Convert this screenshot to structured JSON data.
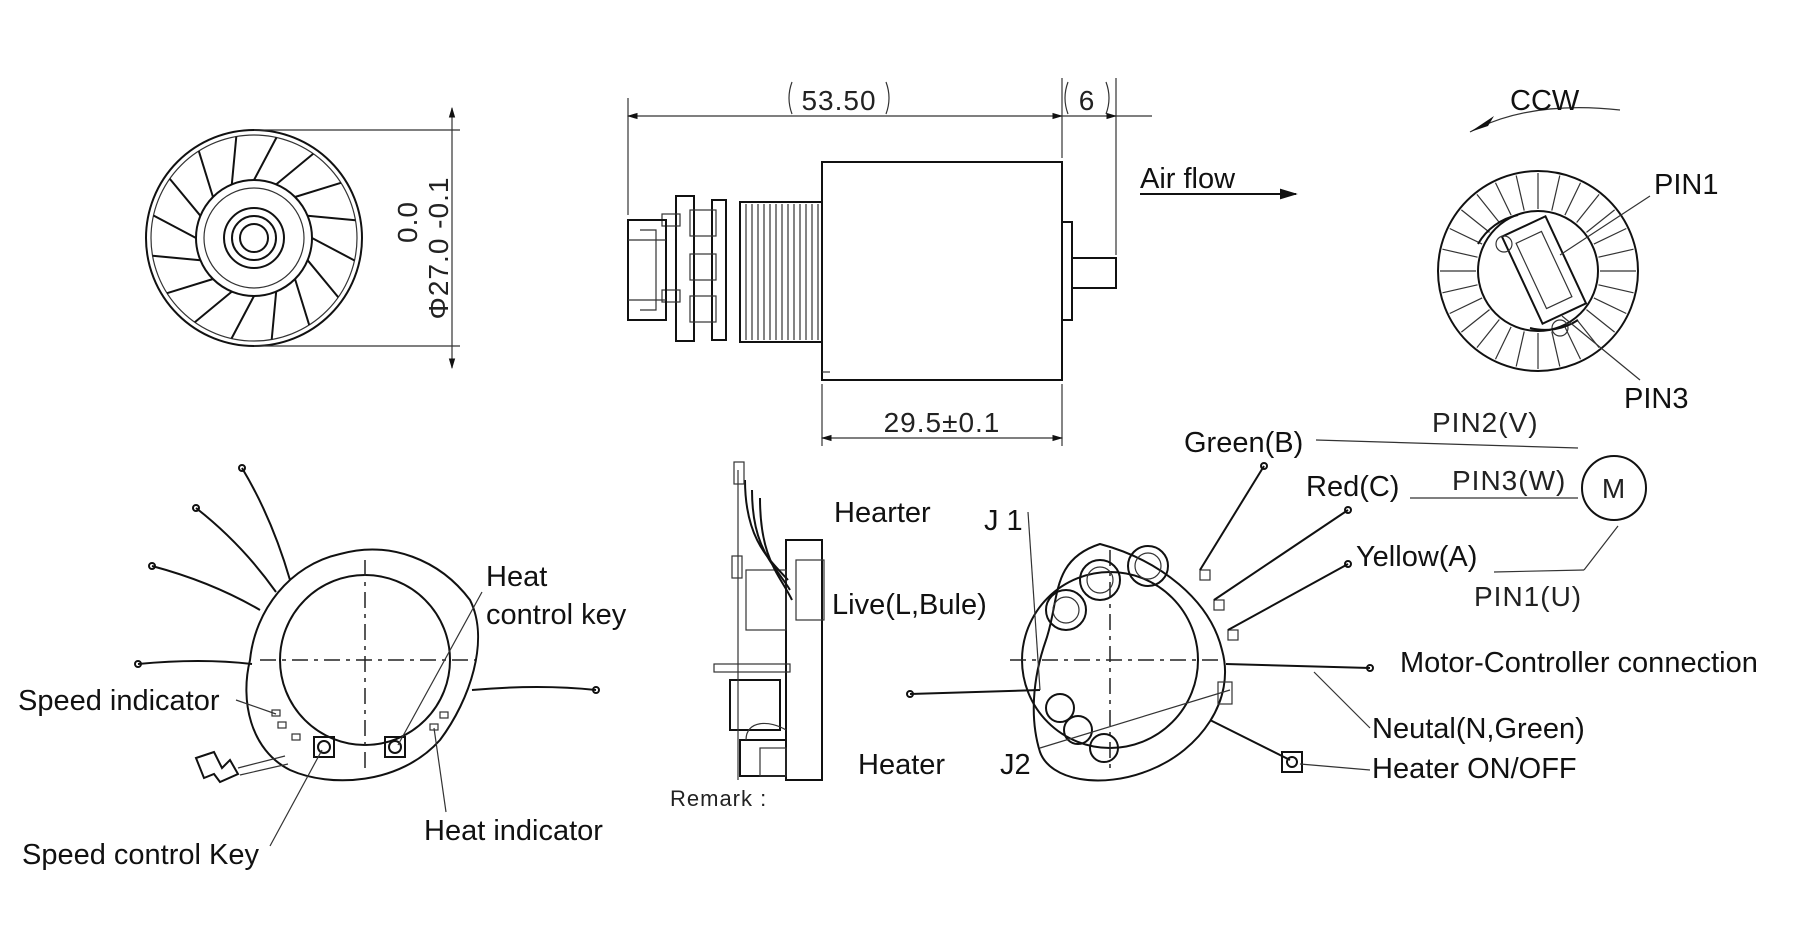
{
  "labels": {
    "dim_length": "53.50",
    "dim_shaft": "6",
    "dim_diameter_tol": "0.0",
    "dim_diameter": "Φ27.0 -0.1",
    "dim_body": "29.5±0.1",
    "air_flow": "Air flow",
    "ccw": "CCW",
    "pin1": "PIN1",
    "pin3": "PIN3",
    "green_b": "Green(B)",
    "red_c": "Red(C)",
    "yellow_a": "Yellow(A)",
    "pin2v": "PIN2(V)",
    "pin3w": "PIN3(W)",
    "pin1u": "PIN1(U)",
    "motor_symbol": "M",
    "heat_control_key_1": "Heat",
    "heat_control_key_2": "control key",
    "speed_indicator": "Speed indicator",
    "speed_control_key": "Speed control Key",
    "heat_indicator": "Heat indicator",
    "hearter": "Hearter",
    "live": "Live(L,Bule)",
    "heater": "Heater",
    "remark": "Remark :",
    "j1": "J 1",
    "j2": "J2",
    "motor_controller": "Motor-Controller connection",
    "neutal": "Neutal(N,Green)",
    "heater_onoff": "Heater ON/OFF"
  }
}
